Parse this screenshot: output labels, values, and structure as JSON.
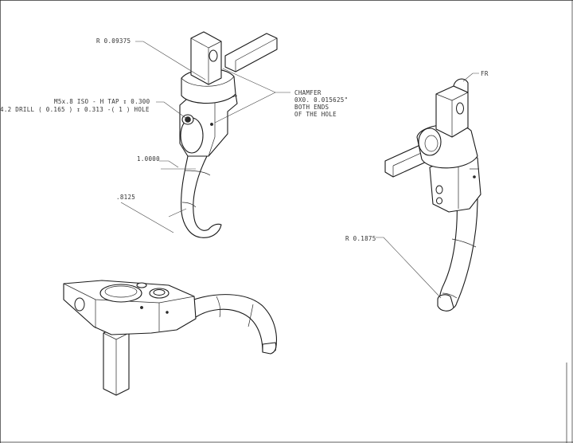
{
  "annotations": {
    "radius_top": "R 0.09375",
    "tap_line1": "M5x.8 ISO - H TAP ↧ 0.300",
    "tap_line2": "4.2 DRILL ( 0.165 ) ↧ 0.313  -( 1 ) HOLE",
    "chamfer_line1": "CHAMFER",
    "chamfer_line2": "0X0. 0.015625\"",
    "chamfer_line3": "BOTH ENDS",
    "chamfer_line4": "OF THE HOLE",
    "dim_length": "1.0000",
    "dim_width": ".8125",
    "fr_label": "FR",
    "radius_bottom": "R 0.1875"
  },
  "colors": {
    "line": "#1a1a1a",
    "text": "#333333",
    "background": "#ffffff"
  }
}
